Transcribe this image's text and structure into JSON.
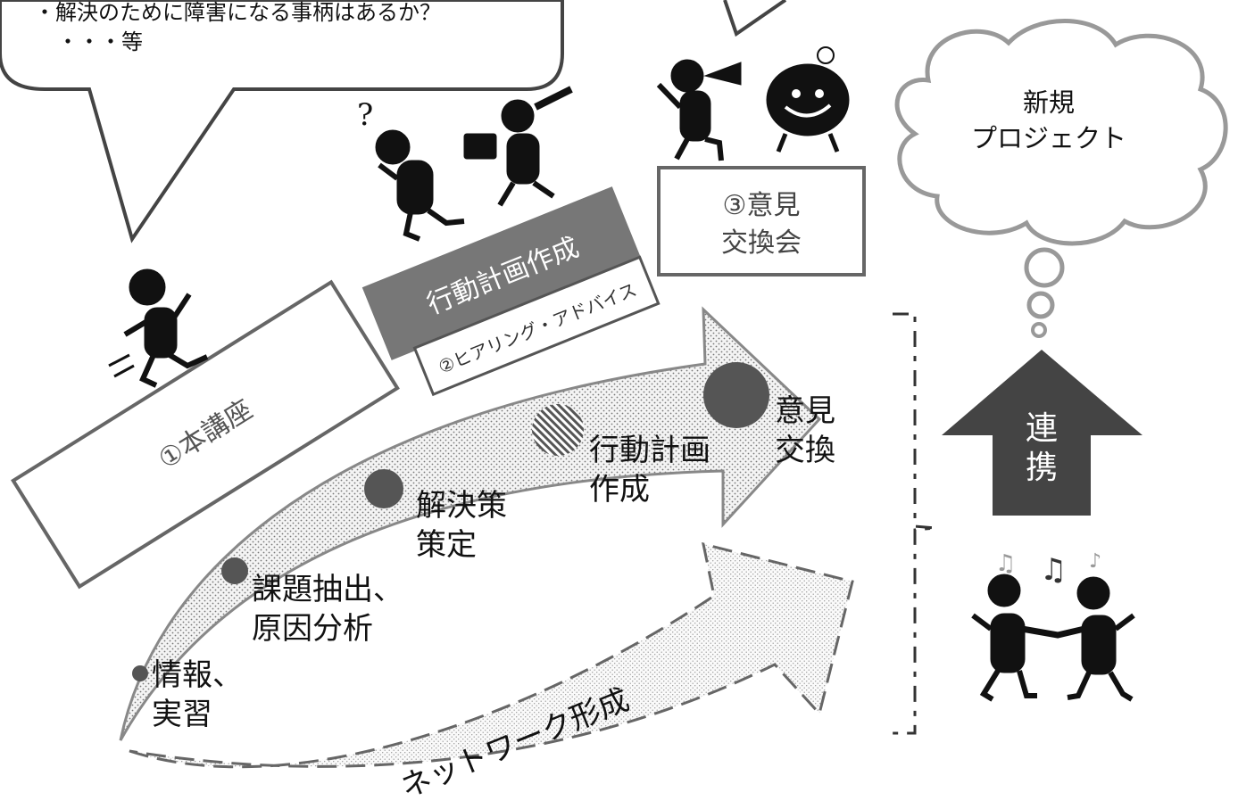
{
  "speech_bubble": {
    "line1": "・解決のために障害になる事柄はあるか？",
    "line2": "・・・等"
  },
  "cloud": {
    "line1": "新規",
    "line2": "プロジェクト"
  },
  "steps": {
    "step1": "①本講座",
    "step2_banner": "行動計画作成",
    "step2_sub": "②ヒアリング・アドバイス",
    "step3_line1": "③意見",
    "step3_line2": "交換会"
  },
  "milestones": [
    {
      "line1": "情報、",
      "line2": "実習"
    },
    {
      "line1": "課題抽出、",
      "line2": "原因分析"
    },
    {
      "line1": "解決策",
      "line2": "策定"
    },
    {
      "line1": "行動計画",
      "line2": "作成"
    },
    {
      "line1": "意見",
      "line2": "交換"
    }
  ],
  "network_arrow": "ネットワーク形成",
  "renkei_arrow": {
    "char1": "連",
    "char2": "携"
  },
  "colors": {
    "dark_gray": "#555555",
    "banner_gray": "#777777",
    "outline_gray": "#666666",
    "cloud_gray": "#999999",
    "arrow_gray": "#444444"
  }
}
